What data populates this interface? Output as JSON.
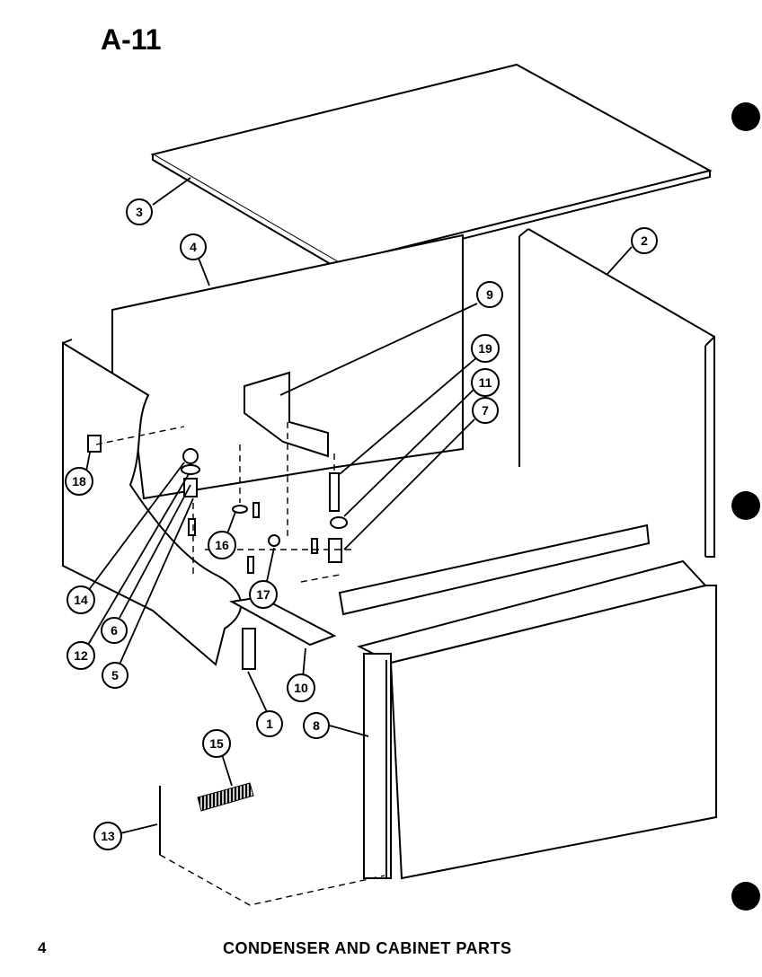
{
  "page": {
    "title": "A-11",
    "caption": "CONDENSER AND CABINET PARTS",
    "page_number": "4"
  },
  "callouts": [
    "1",
    "2",
    "3",
    "4",
    "5",
    "6",
    "7",
    "8",
    "9",
    "10",
    "11",
    "12",
    "13",
    "14",
    "15",
    "16",
    "17",
    "18",
    "19"
  ],
  "colors": {
    "ink": "#000000",
    "paper": "#ffffff"
  }
}
